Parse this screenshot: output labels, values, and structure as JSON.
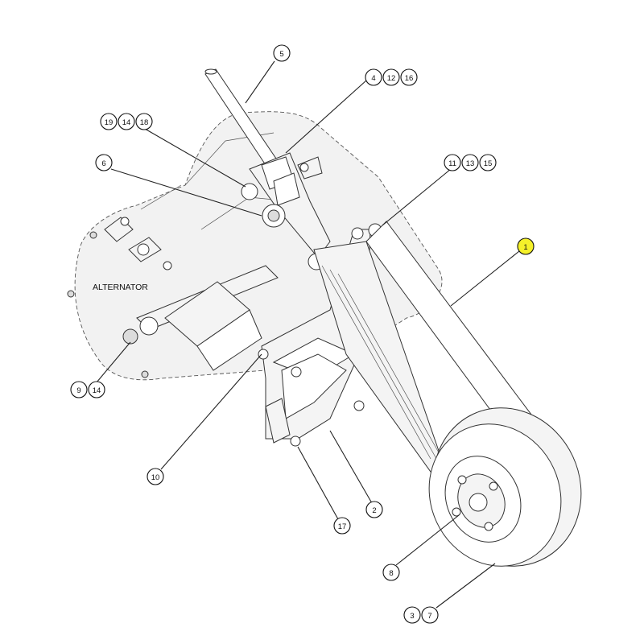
{
  "labels": {
    "alternator": "ALTERNATOR"
  },
  "callouts": [
    {
      "id": "c5",
      "numbers": [
        "5"
      ]
    },
    {
      "id": "c4",
      "numbers": [
        "4",
        "12",
        "16"
      ]
    },
    {
      "id": "c19",
      "numbers": [
        "19",
        "14",
        "18"
      ]
    },
    {
      "id": "c6",
      "numbers": [
        "6"
      ]
    },
    {
      "id": "c11",
      "numbers": [
        "11",
        "13",
        "15"
      ]
    },
    {
      "id": "c1",
      "numbers": [
        "1"
      ],
      "highlight": true
    },
    {
      "id": "c9",
      "numbers": [
        "9",
        "14"
      ]
    },
    {
      "id": "c10",
      "numbers": [
        "10"
      ]
    },
    {
      "id": "c2",
      "numbers": [
        "2"
      ]
    },
    {
      "id": "c17",
      "numbers": [
        "17"
      ]
    },
    {
      "id": "c8",
      "numbers": [
        "8"
      ]
    },
    {
      "id": "c3",
      "numbers": [
        "3",
        "7"
      ]
    }
  ],
  "colors": {
    "highlight": "#f5f12a",
    "ink": "#111111",
    "part_fill": "#f4f4f4"
  }
}
